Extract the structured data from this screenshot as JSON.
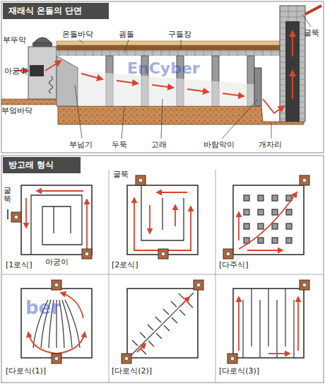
{
  "diagram": {
    "nodes": [
      {
        "text": [
          "재래식 온돌의 단면"
        ]
      },
      {
        "text": [
          "방고래 형식"
        ]
      }
    ],
    "labels": [
      "부뚜막",
      "아궁이",
      "부엌바닥",
      "온돌바닥",
      "굄돌",
      "구들장",
      "굴뚝",
      "부넘기",
      "두둑",
      "고래",
      "바람막이",
      "개자리",
      "EnCyber",
      "굴뚝",
      "아궁이",
      "굴뚝",
      "[1로식]",
      "[2로식]",
      "[다주식]",
      "[다로식(1)]",
      "[다로식(2)]",
      "[다로식(3)]",
      "ber"
    ]
  }
}
